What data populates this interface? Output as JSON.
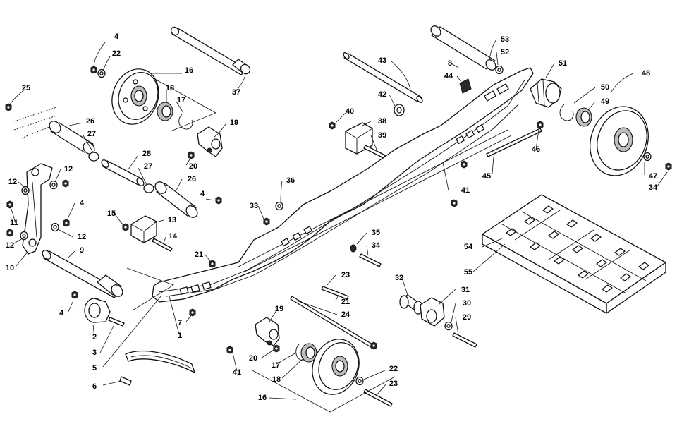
{
  "callouts": [
    {
      "id": "c1",
      "text": "4"
    },
    {
      "id": "c2",
      "text": "22"
    },
    {
      "id": "c3",
      "text": "16"
    },
    {
      "id": "c4",
      "text": "18"
    },
    {
      "id": "c5",
      "text": "17"
    },
    {
      "id": "c6",
      "text": "25"
    },
    {
      "id": "c7",
      "text": "26"
    },
    {
      "id": "c8",
      "text": "27"
    },
    {
      "id": "c9",
      "text": "28"
    },
    {
      "id": "c10",
      "text": "27"
    },
    {
      "id": "c11",
      "text": "26"
    },
    {
      "id": "c12",
      "text": "20"
    },
    {
      "id": "c13",
      "text": "19"
    },
    {
      "id": "c14",
      "text": "37"
    },
    {
      "id": "c15",
      "text": "12"
    },
    {
      "id": "c16",
      "text": "12"
    },
    {
      "id": "c17",
      "text": "4"
    },
    {
      "id": "c18",
      "text": "11"
    },
    {
      "id": "c19",
      "text": "12"
    },
    {
      "id": "c20",
      "text": "12"
    },
    {
      "id": "c21",
      "text": "10"
    },
    {
      "id": "c22",
      "text": "9"
    },
    {
      "id": "c23",
      "text": "15"
    },
    {
      "id": "c24",
      "text": "13"
    },
    {
      "id": "c25",
      "text": "14"
    },
    {
      "id": "c26",
      "text": "4"
    },
    {
      "id": "c27",
      "text": "21"
    },
    {
      "id": "c28",
      "text": "4"
    },
    {
      "id": "c29",
      "text": "2"
    },
    {
      "id": "c30",
      "text": "3"
    },
    {
      "id": "c31",
      "text": "7"
    },
    {
      "id": "c32",
      "text": "1"
    },
    {
      "id": "c33",
      "text": "5"
    },
    {
      "id": "c34",
      "text": "6"
    },
    {
      "id": "c35",
      "text": "41"
    },
    {
      "id": "c36",
      "text": "20"
    },
    {
      "id": "c37",
      "text": "19"
    },
    {
      "id": "c38",
      "text": "17"
    },
    {
      "id": "c39",
      "text": "18"
    },
    {
      "id": "c40",
      "text": "16"
    },
    {
      "id": "c41",
      "text": "22"
    },
    {
      "id": "c42",
      "text": "23"
    },
    {
      "id": "c43",
      "text": "24"
    },
    {
      "id": "c44",
      "text": "23"
    },
    {
      "id": "c45",
      "text": "21"
    },
    {
      "id": "c46",
      "text": "36"
    },
    {
      "id": "c47",
      "text": "33"
    },
    {
      "id": "c48",
      "text": "35"
    },
    {
      "id": "c49",
      "text": "34"
    },
    {
      "id": "c50",
      "text": "32"
    },
    {
      "id": "c51",
      "text": "31"
    },
    {
      "id": "c52",
      "text": "30"
    },
    {
      "id": "c53",
      "text": "29"
    },
    {
      "id": "c54",
      "text": "40"
    },
    {
      "id": "c55",
      "text": "38"
    },
    {
      "id": "c56",
      "text": "39"
    },
    {
      "id": "c57",
      "text": "43"
    },
    {
      "id": "c58",
      "text": "42"
    },
    {
      "id": "c59",
      "text": "44"
    },
    {
      "id": "c60",
      "text": "53"
    },
    {
      "id": "c61",
      "text": "52"
    },
    {
      "id": "c62",
      "text": "8"
    },
    {
      "id": "c63",
      "text": "51"
    },
    {
      "id": "c64",
      "text": "48"
    },
    {
      "id": "c65",
      "text": "50"
    },
    {
      "id": "c66",
      "text": "49"
    },
    {
      "id": "c67",
      "text": "46"
    },
    {
      "id": "c68",
      "text": "45"
    },
    {
      "id": "c69",
      "text": "41"
    },
    {
      "id": "c70",
      "text": "47"
    },
    {
      "id": "c71",
      "text": "34"
    },
    {
      "id": "c72",
      "text": "54"
    },
    {
      "id": "c73",
      "text": "55"
    }
  ]
}
